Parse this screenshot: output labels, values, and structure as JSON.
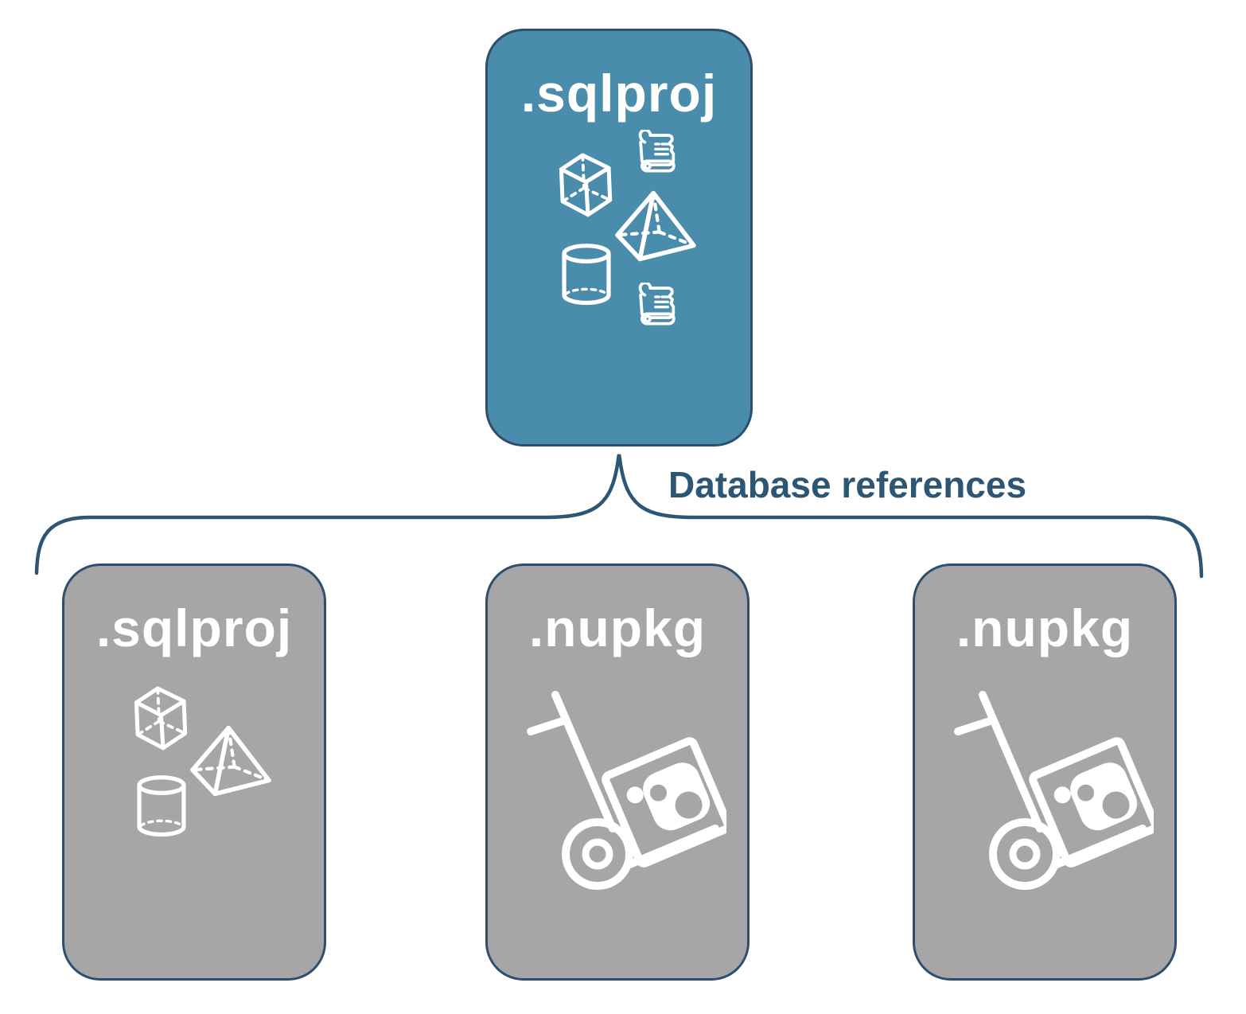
{
  "edge": {
    "label": "Database references"
  },
  "root_node": {
    "label": ".sqlproj",
    "icons": [
      "cube-icon",
      "script-scroll-icon",
      "pyramid-icon",
      "cylinder-icon",
      "script-scroll-icon"
    ]
  },
  "child_nodes": [
    {
      "label": ".sqlproj",
      "icons": [
        "cube-icon",
        "pyramid-icon",
        "cylinder-icon"
      ]
    },
    {
      "label": ".nupkg",
      "icons": [
        "nuget-handtruck-icon"
      ]
    },
    {
      "label": ".nupkg",
      "icons": [
        "nuget-handtruck-icon"
      ]
    }
  ],
  "colors": {
    "root_fill": "#4a8cab",
    "child_fill": "#a6a6a6",
    "node_border": "#2d4e6d",
    "connector": "#2d5574",
    "edge_label_text": "#2d5574",
    "node_label_text": "#ffffff",
    "icon_stroke": "#ffffff",
    "background": "#ffffff"
  }
}
